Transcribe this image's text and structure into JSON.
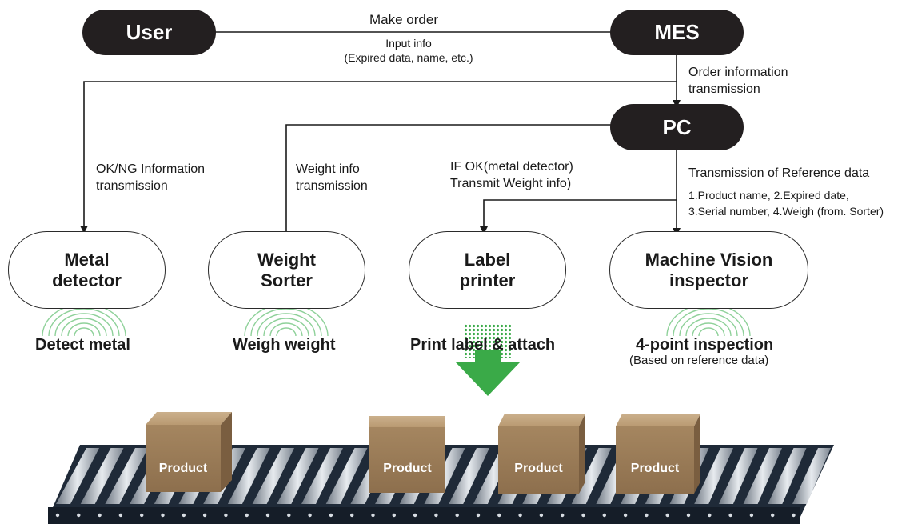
{
  "nodes": {
    "user": "User",
    "mes": "MES",
    "pc": "PC",
    "metal_detector": [
      "Metal",
      "detector"
    ],
    "weight_sorter": [
      "Weight",
      "Sorter"
    ],
    "label_printer": [
      "Label",
      "printer"
    ],
    "machine_vision": [
      "Machine Vision",
      "inspector"
    ]
  },
  "edges": {
    "make_order": "Make order",
    "input_info": [
      "Input info",
      "(Expired data, name, etc.)"
    ],
    "order_info": [
      "Order information",
      "transmission"
    ],
    "okng_info": [
      "OK/NG Information",
      "transmission"
    ],
    "weight_info": [
      "Weight info",
      "transmission"
    ],
    "if_ok": [
      "IF OK(metal detector)",
      "Transmit Weight info)"
    ],
    "reference_title": "Transmission of Reference data",
    "reference_items": [
      "1.Product name, 2.Expired date,",
      "3.Serial number, 4.Weigh (from. Sorter)"
    ]
  },
  "actions": {
    "detect_metal": "Detect metal",
    "weigh_weight": "Weigh weight",
    "print_label": "Print label & attach",
    "inspection": "4-point inspection",
    "inspection_note": "(Based on reference data)"
  },
  "products": [
    "Product",
    "Product",
    "Product",
    "Product"
  ],
  "colors": {
    "node_dark": "#231f20",
    "arrow_green": "#3aaa48",
    "sensor_green": "#8fd19a",
    "box": "#b99a72",
    "conveyor": "#1f2a38"
  }
}
